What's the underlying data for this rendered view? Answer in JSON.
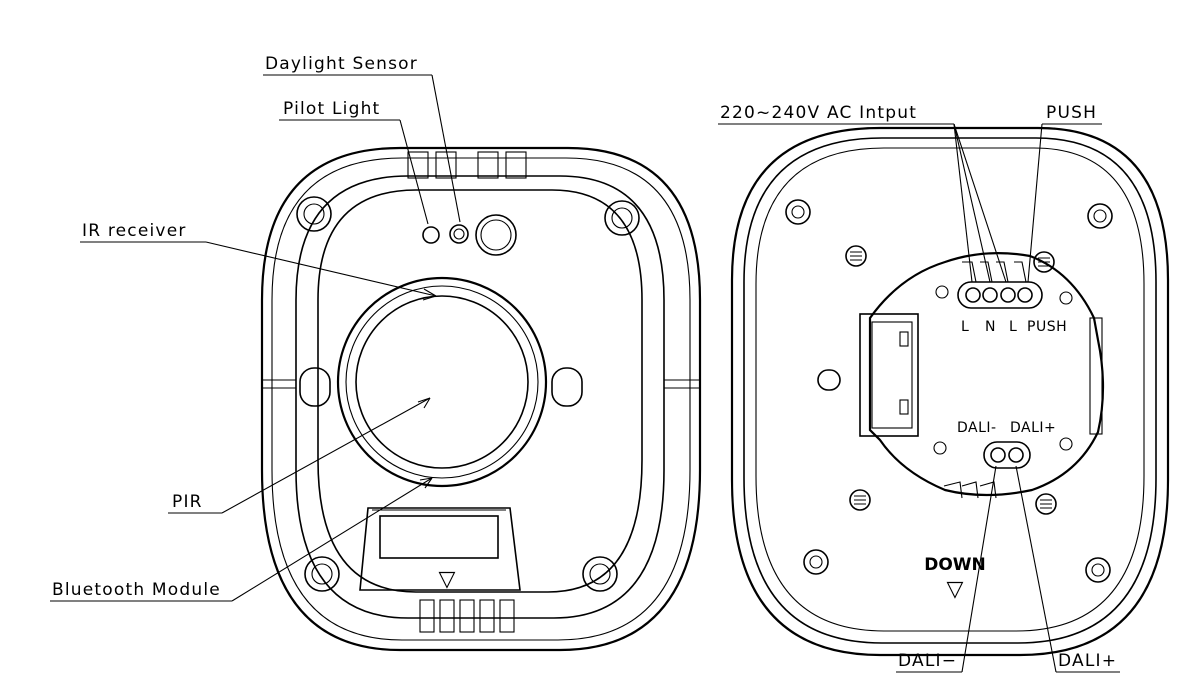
{
  "front": {
    "labels": {
      "daylight_sensor": "Daylight Sensor",
      "pilot_light": "Pilot Light",
      "ir_receiver": "IR receiver",
      "pir": "PIR",
      "bluetooth_module": "Bluetooth Module"
    },
    "down_arrow": "▽"
  },
  "back": {
    "labels": {
      "ac_input": "220~240V AC Intput",
      "push": "PUSH",
      "dali_minus": "DALI−",
      "dali_plus": "DALI+"
    },
    "terminal_labels": {
      "l1": "L",
      "n": "N",
      "l2": "L",
      "push": "PUSH",
      "dali_minus": "DALI-",
      "dali_plus": "DALI+"
    },
    "down_text": "DOWN",
    "down_arrow": "▽"
  }
}
